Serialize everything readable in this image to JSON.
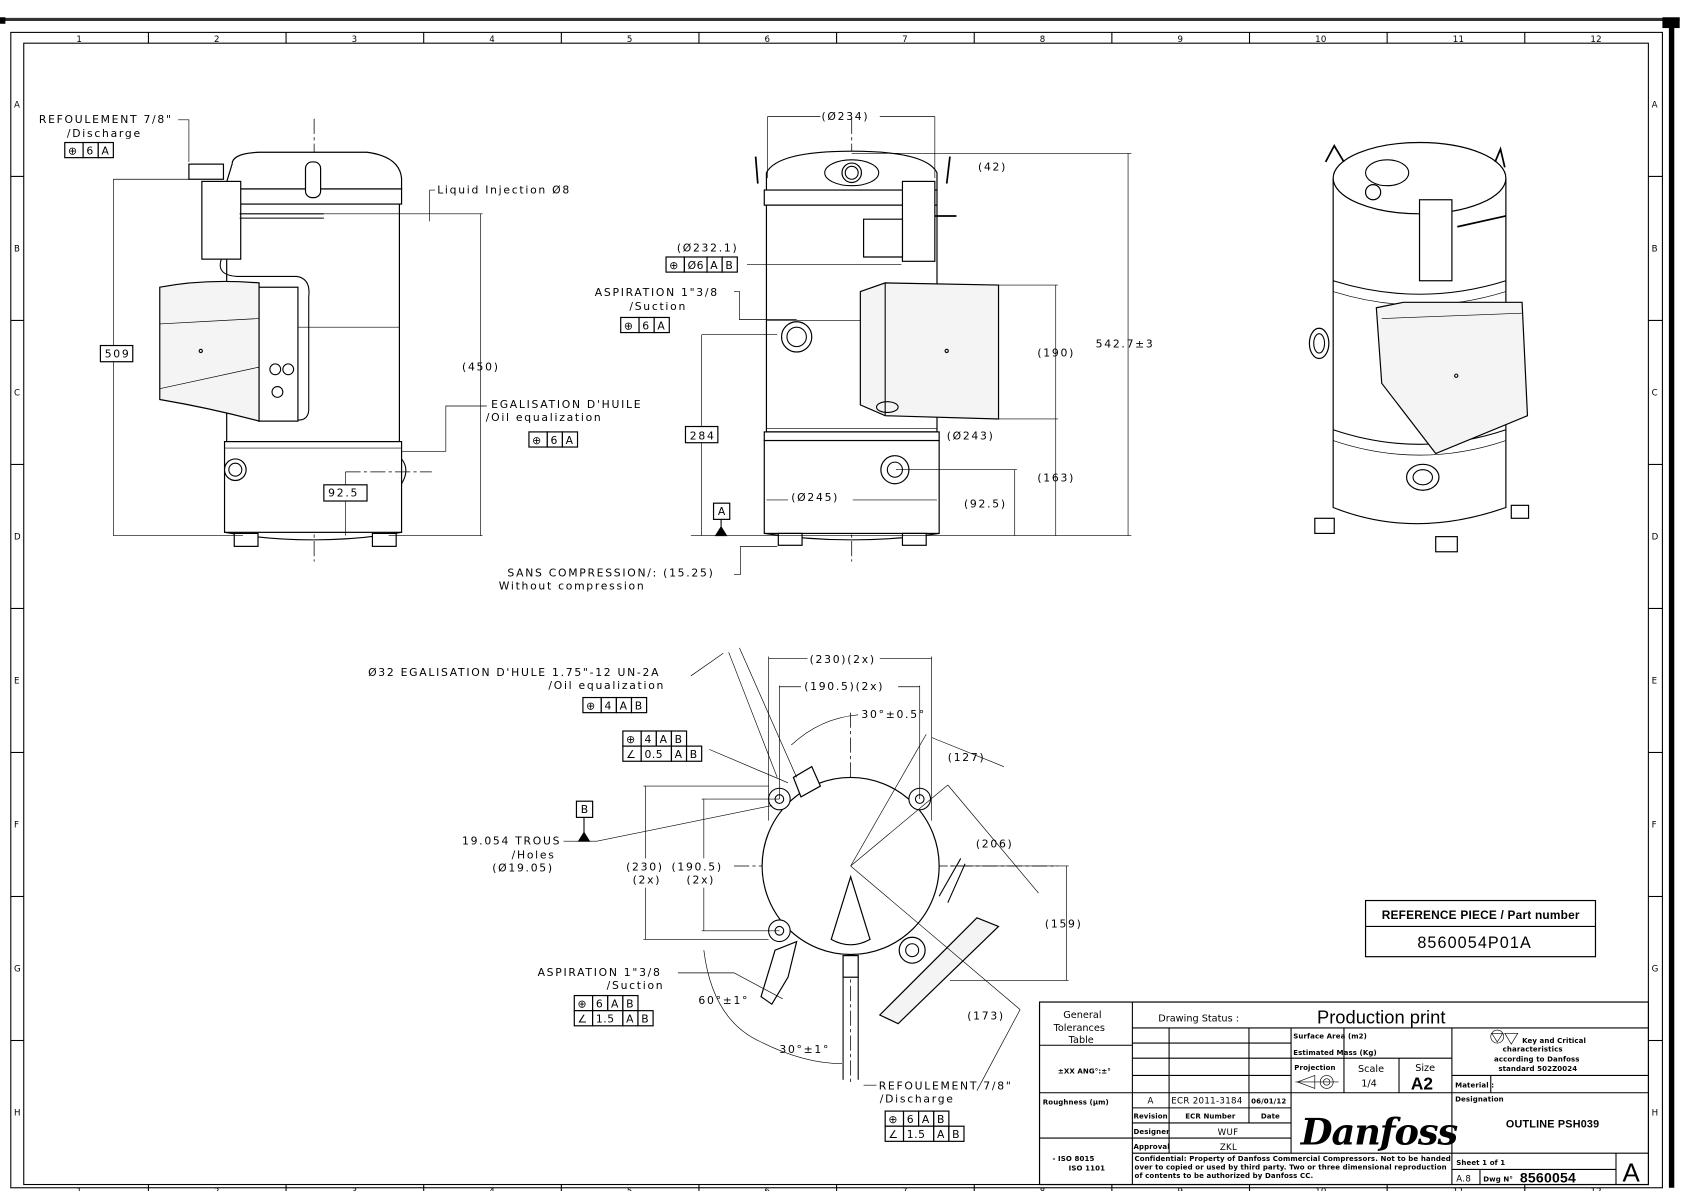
{
  "frame": {
    "columns": [
      "1",
      "2",
      "3",
      "4",
      "5",
      "6",
      "7",
      "8",
      "9",
      "10",
      "11",
      "12"
    ],
    "rows": [
      "A",
      "B",
      "C",
      "D",
      "E",
      "F",
      "G",
      "H"
    ]
  },
  "side_view": {
    "discharge_label": "REFOULEMENT 7/8\"",
    "discharge_sub": "/Discharge",
    "discharge_fcf": [
      [
        "⊕",
        "6",
        "A"
      ]
    ],
    "liquid_injection": "Liquid Injection Ø8",
    "height_509": "509",
    "height_450": "(450)",
    "oil_label": "EGALISATION D'HUILE",
    "oil_sub": "/Oil equalization",
    "oil_fcf": [
      [
        "⊕",
        "6",
        "A"
      ]
    ],
    "oil_height": "92.5"
  },
  "front_view": {
    "dia_234": "(Ø234)",
    "dim_42": "(42)",
    "dia_232": "(Ø232.1)",
    "dia_232_fcf": [
      [
        "⊕",
        "Ø6",
        "A",
        "B"
      ]
    ],
    "suction_label": "ASPIRATION 1\"3/8",
    "suction_sub": "/Suction",
    "suction_fcf": [
      [
        "⊕",
        "6",
        "A"
      ]
    ],
    "height_284": "284",
    "dim_190": "(190)",
    "total_height": "542.7±3",
    "dia_243": "(Ø243)",
    "dim_163": "(163)",
    "dia_245": "(Ø245)",
    "dim_92_5": "(92.5)",
    "datum_a": "A",
    "no_compression": "SANS COMPRESSION/: (15.25)",
    "no_compression_sub": "Without compression"
  },
  "top_view": {
    "oil_label": "Ø32 EGALISATION D'HULE 1.75\"-12 UN-2A",
    "oil_sub": "/Oil equalization",
    "oil_fcf": [
      [
        "⊕",
        "4",
        "A",
        "B"
      ]
    ],
    "fitting_fcf": [
      [
        "⊕",
        "4",
        "A",
        "B"
      ],
      [
        "∠",
        "0.5",
        "A",
        "B"
      ]
    ],
    "dim_230_2x": "(230)(2x)",
    "dim_190_2x": "(190.5)(2x)",
    "angle_30": "30°±0.5°",
    "dim_127": "(127)",
    "dim_206": "(206)",
    "dim_159": "(159)",
    "dim_173": "(173)",
    "datum_b": "B",
    "holes_label": "19.054 TROUS",
    "holes_sub": "/Holes",
    "holes_dia": "(Ø19.05)",
    "v230": "(230)",
    "v230_2x": "(2x)",
    "v190": "(190.5)",
    "v190_2x": "(2x)",
    "suction_label": "ASPIRATION 1\"3/8",
    "suction_sub": "/Suction",
    "suction_fcf": [
      [
        "⊕",
        "6",
        "A",
        "B"
      ],
      [
        "∠",
        "1.5",
        "A",
        "B"
      ]
    ],
    "angle_60": "60°±1°",
    "angle_30b": "30°±1°",
    "discharge_label": "REFOULEMENT 7/8\"",
    "discharge_sub": "/Discharge",
    "discharge_fcf": [
      [
        "⊕",
        "6",
        "A",
        "B"
      ],
      [
        "∠",
        "1.5",
        "A",
        "B"
      ]
    ]
  },
  "reference": {
    "title": "REFERENCE PIECE / Part number",
    "part_number": "8560054P01A"
  },
  "title_block": {
    "general_tol": [
      "General",
      "Tolerances",
      "Table"
    ],
    "tol_values": "±XX ANG°:±°",
    "roughness": "Roughness (µm)",
    "iso": [
      "-   ISO 8015",
      "ISO 1101"
    ],
    "drawing_status_label": "Drawing Status :",
    "drawing_status": "Production print",
    "surface_area": "Surface Area (m2)",
    "estimated_mass": "Estimated Mass (Kg)",
    "projection": "Projection",
    "scale_label": "Scale",
    "scale": "1/4",
    "size_label": "Size",
    "size": "A2",
    "key_note": [
      "Key and Critical",
      "characteristics",
      "according to Danfoss",
      "standard 502Z0024"
    ],
    "material": "Material :",
    "revision": "A",
    "ecr_number": "ECR 2011-3184",
    "date": "06/01/12",
    "revision_label": "Revision",
    "ecr_label": "ECR Number",
    "date_label": "Date",
    "designer_label": "Designer",
    "designer": "WUF",
    "approval_label": "Approval",
    "approval": "ZKL",
    "logo": "Danfoss",
    "designation_label": "Designation",
    "designation": "OUTLINE PSH039",
    "confidential": [
      "Confidential: Property of Danfoss Commercial Compressors. Not to be handed",
      "over to copied or used by third party. Two or three dimensional reproduction",
      "of contents to be authorized by Danfoss CC."
    ],
    "sheet": "Sheet 1 of 1",
    "format": "A.8",
    "dwg_label": "Dwg N°",
    "dwg_number": "8560054",
    "revision_big": "A"
  }
}
